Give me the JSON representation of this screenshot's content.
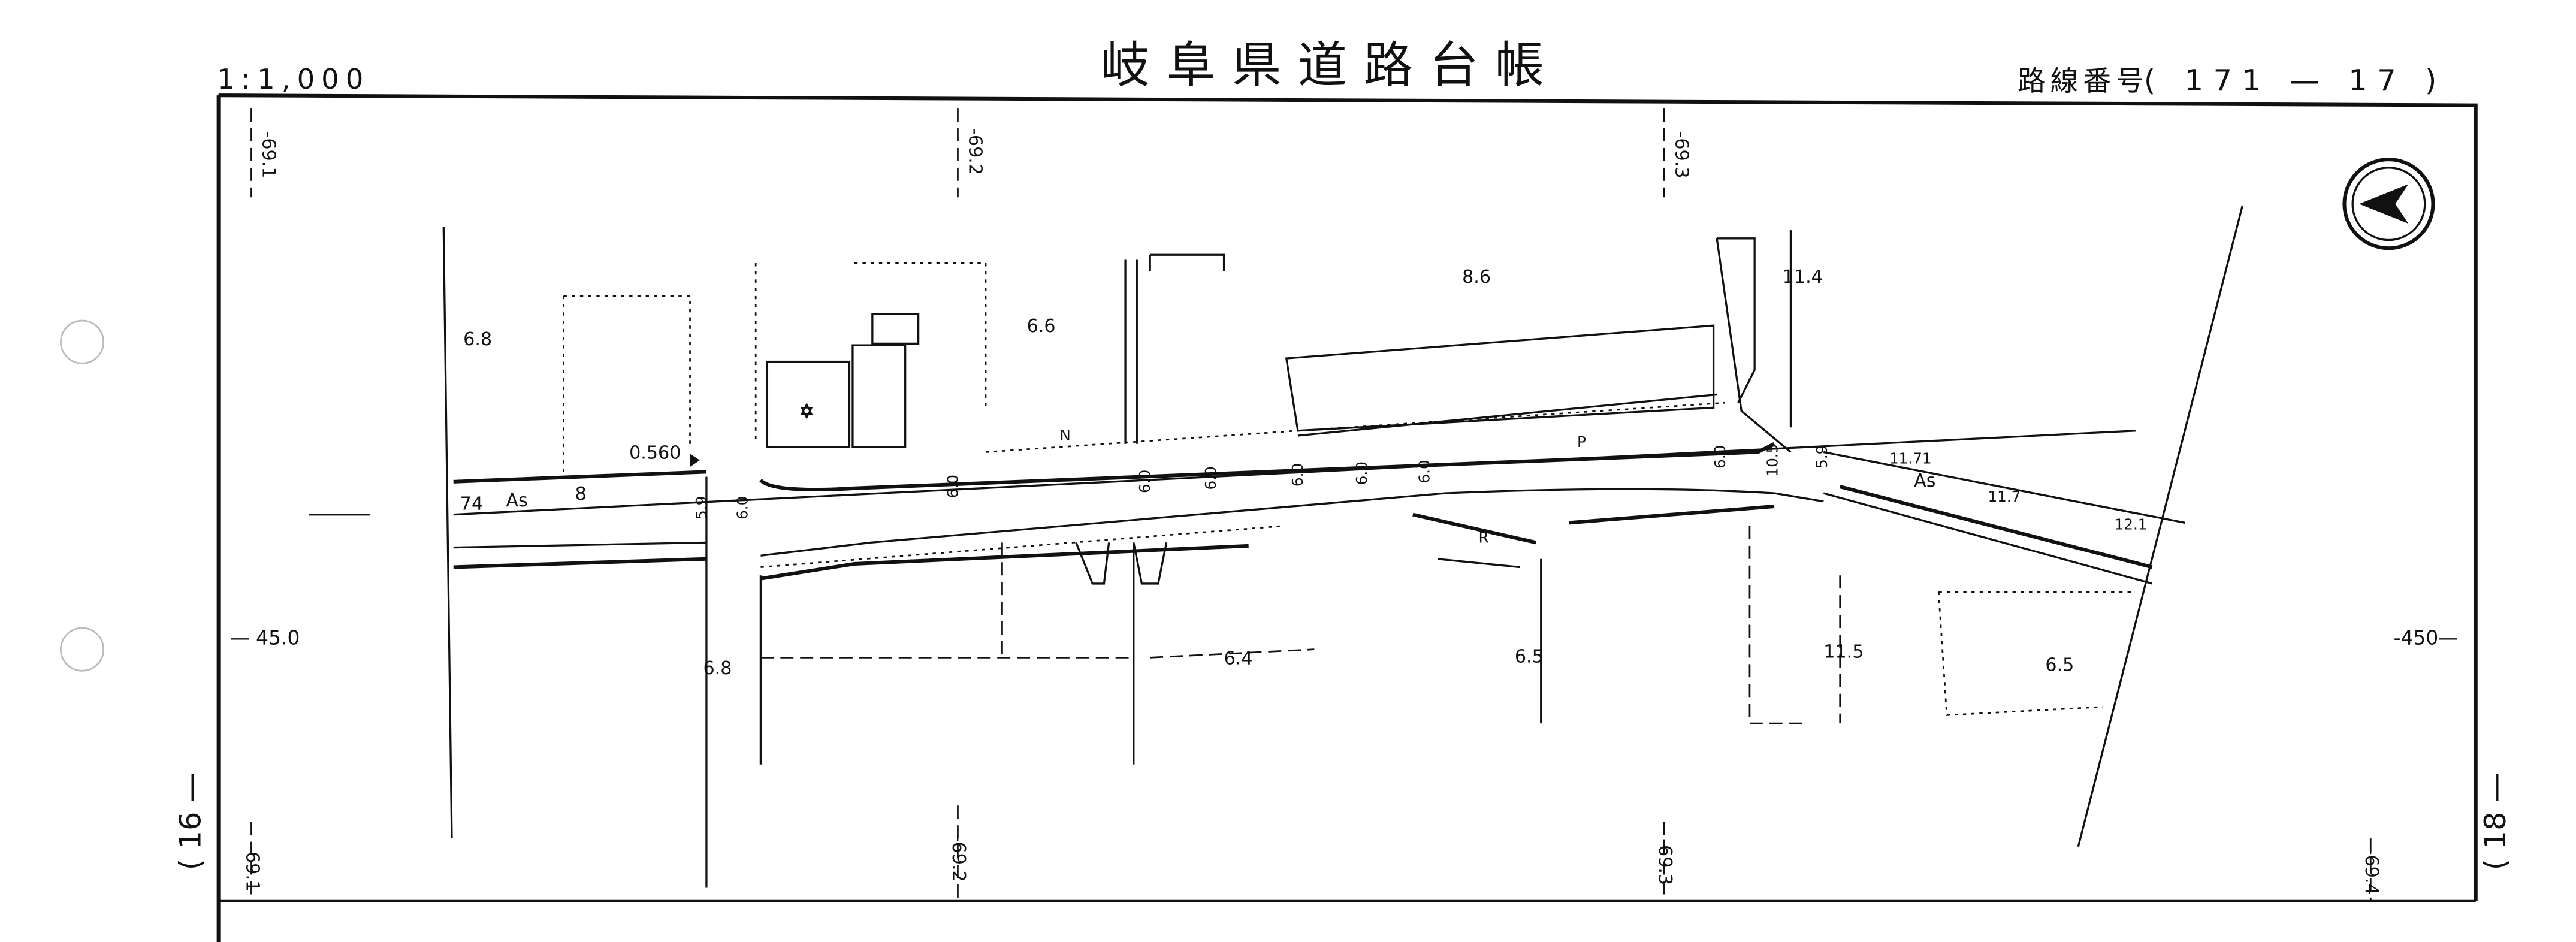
{
  "header": {
    "title": "岐阜県道路台帳",
    "scale": "1:1,000",
    "route_label": "路線番号",
    "route_number": "( 171 — 17 )"
  },
  "page_links": {
    "previous": "( 16 —",
    "next": "( 18 —"
  },
  "grid": {
    "top_labels": [
      "-69.1",
      "-69.2",
      "-69.3"
    ],
    "bottom_labels": [
      "-69.1",
      "-69.2",
      "-69.3",
      "-69.4"
    ],
    "left_label": "— 45.0",
    "right_label": "-450—"
  },
  "map_labels": {
    "elev_68a": "6.8",
    "elev_66": "6.6",
    "elev_86": "8.6",
    "elev_114": "11.4",
    "km_post": "0.560",
    "road_74": "74",
    "surface_as": "As",
    "width_8": "8",
    "w1": "6.0",
    "w2": "6.0",
    "w3": "6.0",
    "w4": "6.0",
    "w5": "6.0",
    "w6": "6.0",
    "w7": "6.0",
    "w8": "6.0",
    "w_105": "10.5",
    "w_59a": "5.9",
    "w_59b": "5.9",
    "n": "N",
    "r": "R",
    "p": "P",
    "elev_1171": "11.71",
    "elev_117": "11.7",
    "elev_121": "12.1",
    "surface_as2": "As",
    "elev_64": "6.4",
    "elev_65a": "6.5",
    "elev_68b": "6.8",
    "elev_115": "11.5",
    "elev_65b": "6.5"
  }
}
